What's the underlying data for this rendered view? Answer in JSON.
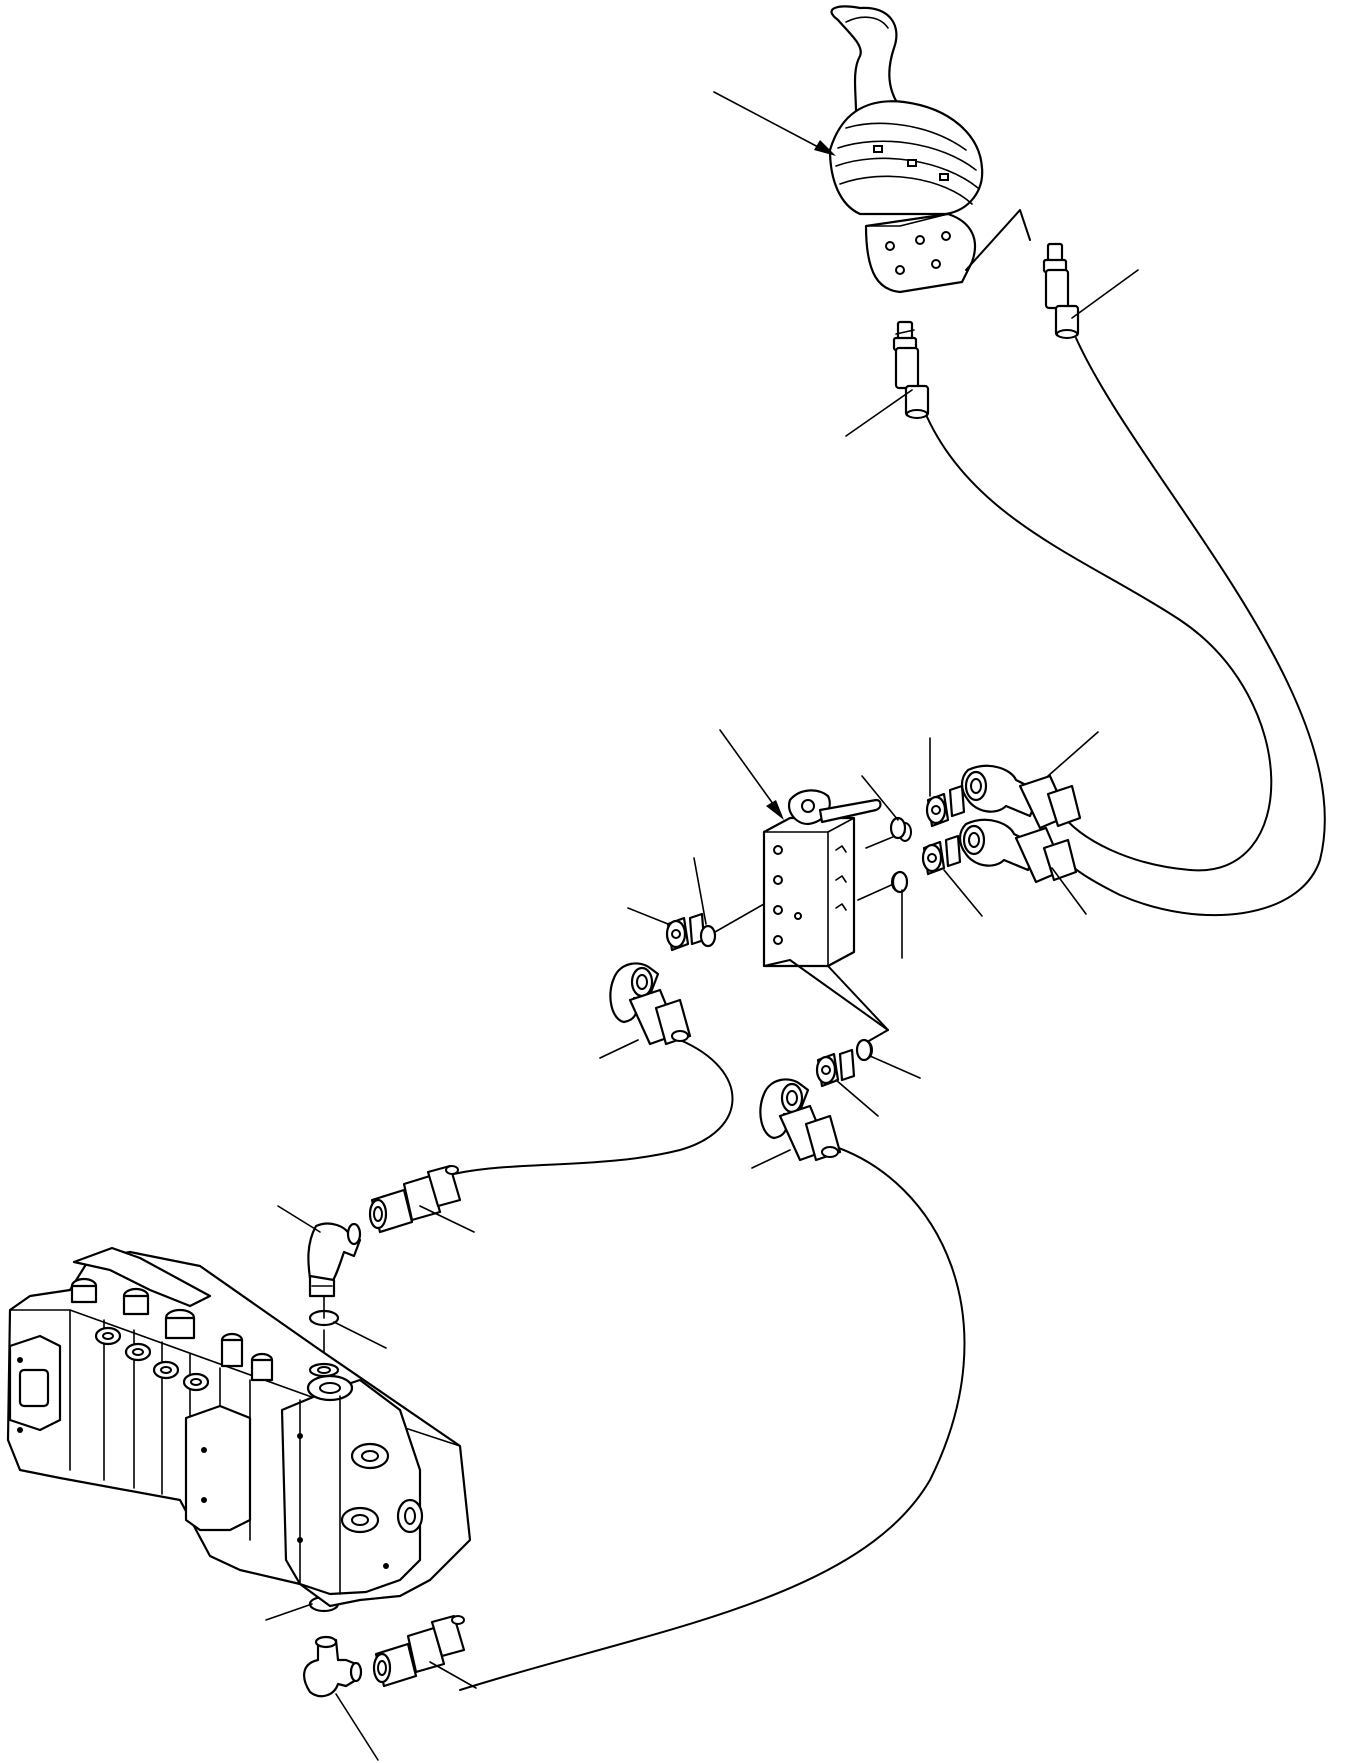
{
  "diagram": {
    "kind": "exploded parts illustration",
    "text_labels": [],
    "components": [
      {
        "name": "joystick-lever",
        "icon": "joystick-icon"
      },
      {
        "name": "stop-valve-block",
        "icon": "valve-block-icon"
      },
      {
        "name": "control-valve-assembly",
        "icon": "control-valve-icon"
      },
      {
        "name": "hydraulic-hose",
        "count": 4
      },
      {
        "name": "elbow-fitting",
        "count": 6
      },
      {
        "name": "adapter-fitting",
        "count": 4
      },
      {
        "name": "o-ring",
        "count": 6
      }
    ],
    "leader_lines": 17,
    "arrow_leaders": 2
  }
}
